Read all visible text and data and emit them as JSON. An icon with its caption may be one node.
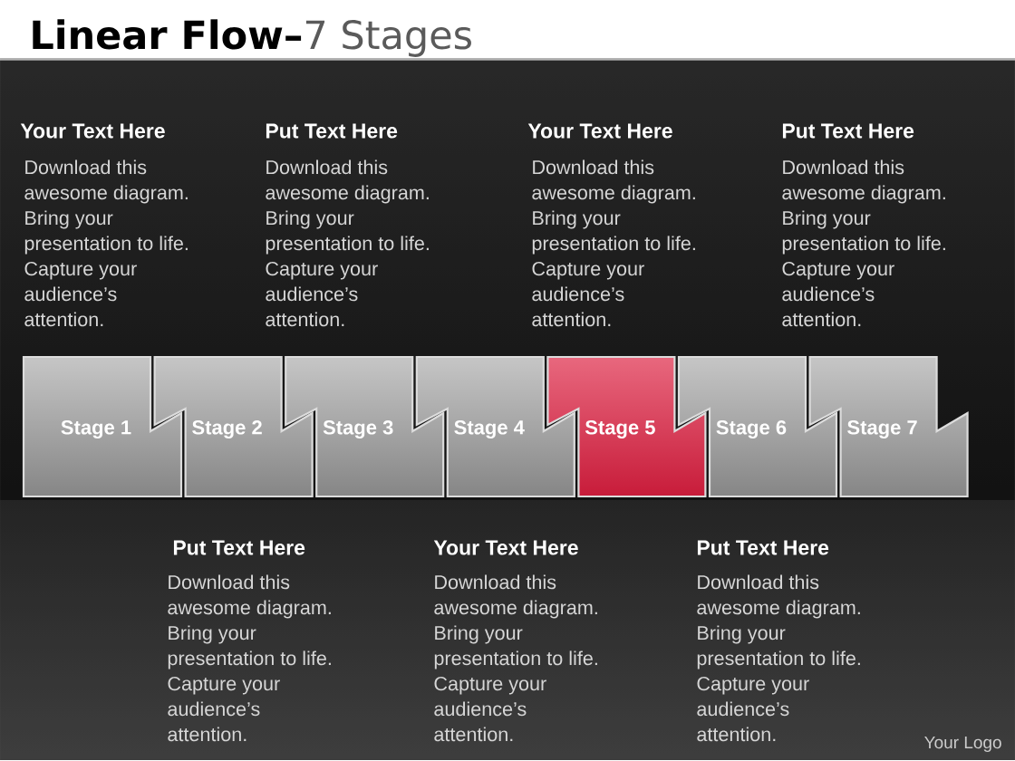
{
  "diagram": {
    "title": "**Linear Flow–**7 Stages",
    "nodes": [
      {
        "text": [
          "Stage 1"
        ],
        "beside": [
          "Your Text Here",
          "Download this awesome diagram. Bring your presentation to life. Capture your audience’s attention."
        ]
      },
      {
        "text": [
          "Stage 2"
        ],
        "beside": [
          "Put Text Here",
          "Download this awesome diagram. Bring your presentation to life. Capture your audience’s attention."
        ]
      },
      {
        "text": [
          "Stage 3"
        ],
        "beside": [
          "Put Text Here",
          "Download this awesome diagram. Bring your presentation to life. Capture your audience’s attention."
        ]
      },
      {
        "text": [
          "Stage 4"
        ],
        "beside": [
          "Your Text Here",
          "Download this awesome diagram. Bring your presentation to life. Capture your audience’s attention."
        ]
      },
      {
        "text": [
          "Stage 5"
        ],
        "beside": [
          "Your Text Here",
          "Download this awesome diagram. Bring your presentation to life. Capture your audience’s attention."
        ]
      },
      {
        "text": [
          "Stage 6"
        ],
        "beside": [
          "Put Text Here",
          "Download this awesome diagram. Bring your presentation to life. Capture your audience’s attention."
        ]
      },
      {
        "text": [
          "Stage 7"
        ],
        "beside": [
          "Put Text Here",
          "Download this awesome diagram. Bring your presentation to life. Capture your audience’s attention."
        ]
      }
    ],
    "labels": [
      "Your Logo"
    ]
  }
}
